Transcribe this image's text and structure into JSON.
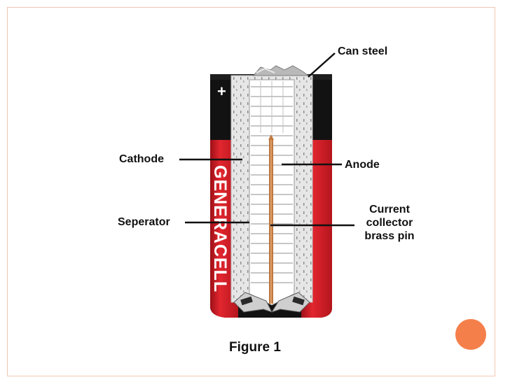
{
  "diagram": {
    "brand_text": "GENERACELL",
    "terminal_symbol": "+",
    "labels": {
      "can_steel": "Can steel",
      "cathode": "Cathode",
      "anode": "Anode",
      "separator": "Seperator",
      "collector": "Current\ncollector\nbrass pin"
    },
    "caption": "Figure 1"
  },
  "colors": {
    "accent": "#f57f4a",
    "frame_border": "#f2c6b3",
    "battery_red": "#d6212b",
    "battery_black": "#121212",
    "brass_pin": "#d08a52"
  }
}
